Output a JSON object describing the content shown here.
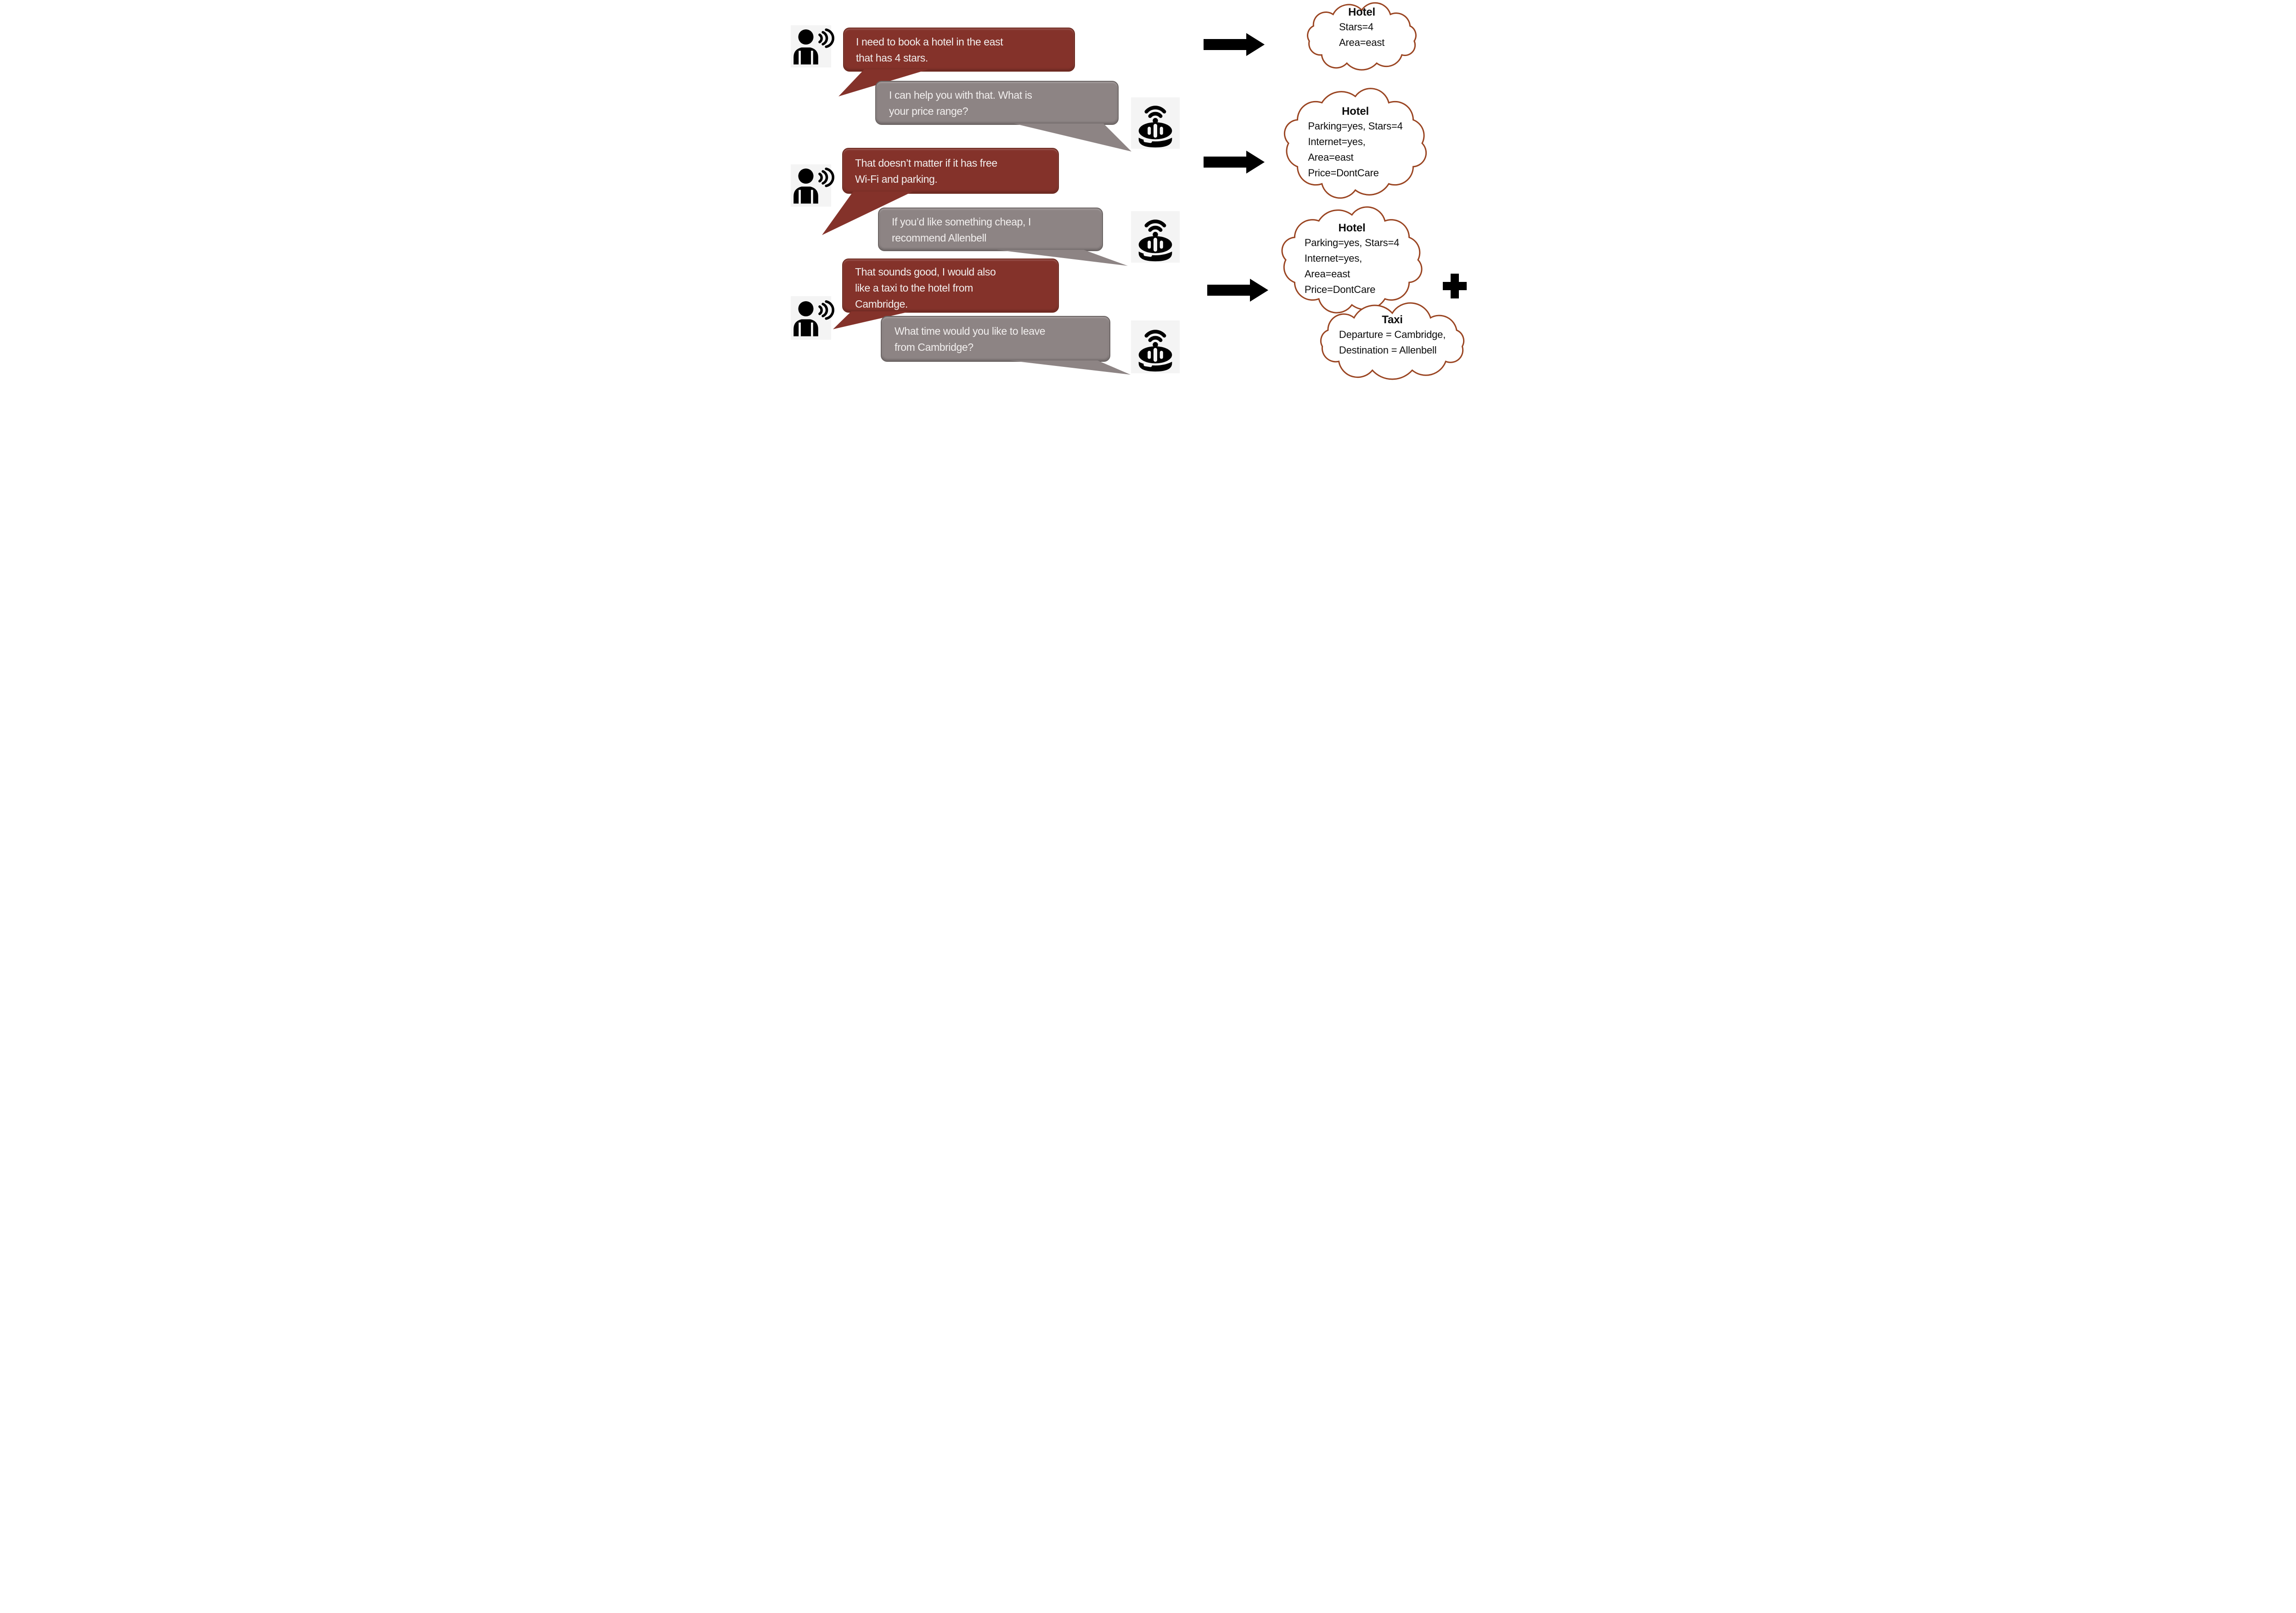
{
  "figure": {
    "type": "dialogue-state-tracking-diagram",
    "colors": {
      "user_bubble": "#84322a",
      "user_bubble_border": "#6d291f",
      "system_bubble": "#8d8484",
      "system_bubble_border": "#6a6362",
      "bubble_text": "#f2efee",
      "cloud_outline": "#9a4522",
      "cloud_text": "#0d0d0d",
      "icon_black": "#000000",
      "icon_background": "#f4f4f4",
      "page_background": "#ffffff"
    },
    "icons": {
      "user": "person-speaking-icon",
      "system": "smart-speaker-icon",
      "arrow": "right-arrow",
      "plus": "plus-sign"
    }
  },
  "dialogue": {
    "turns": [
      {
        "speaker": "user",
        "text": "I need to book a hotel in the east\nthat has 4 stars."
      },
      {
        "speaker": "system",
        "text": "I can help you with that. What is\nyour price range?"
      },
      {
        "speaker": "user",
        "text": "That doesn’t matter if it has free\nWi-Fi and parking."
      },
      {
        "speaker": "system",
        "text": "If you’d like something cheap, I\nrecommend Allenbell"
      },
      {
        "speaker": "user",
        "text": "That sounds good, I would also\nlike a taxi to the hotel from\nCambridge."
      },
      {
        "speaker": "system",
        "text": "What time would you like to leave\nfrom Cambridge?"
      }
    ]
  },
  "states": [
    {
      "title": "Hotel",
      "lines": [
        "Stars=4",
        "Area=east"
      ]
    },
    {
      "title": "Hotel",
      "lines": [
        "Parking=yes, Stars=4",
        "Internet=yes,",
        "Area=east",
        "Price=DontCare"
      ]
    },
    {
      "title": "Hotel",
      "lines": [
        "Parking=yes, Stars=4",
        "Internet=yes,",
        "Area=east",
        "Price=DontCare"
      ]
    },
    {
      "title": "Taxi",
      "lines": [
        "Departure = Cambridge,",
        "Destination = Allenbell"
      ]
    }
  ],
  "operators": {
    "plus": "+"
  }
}
